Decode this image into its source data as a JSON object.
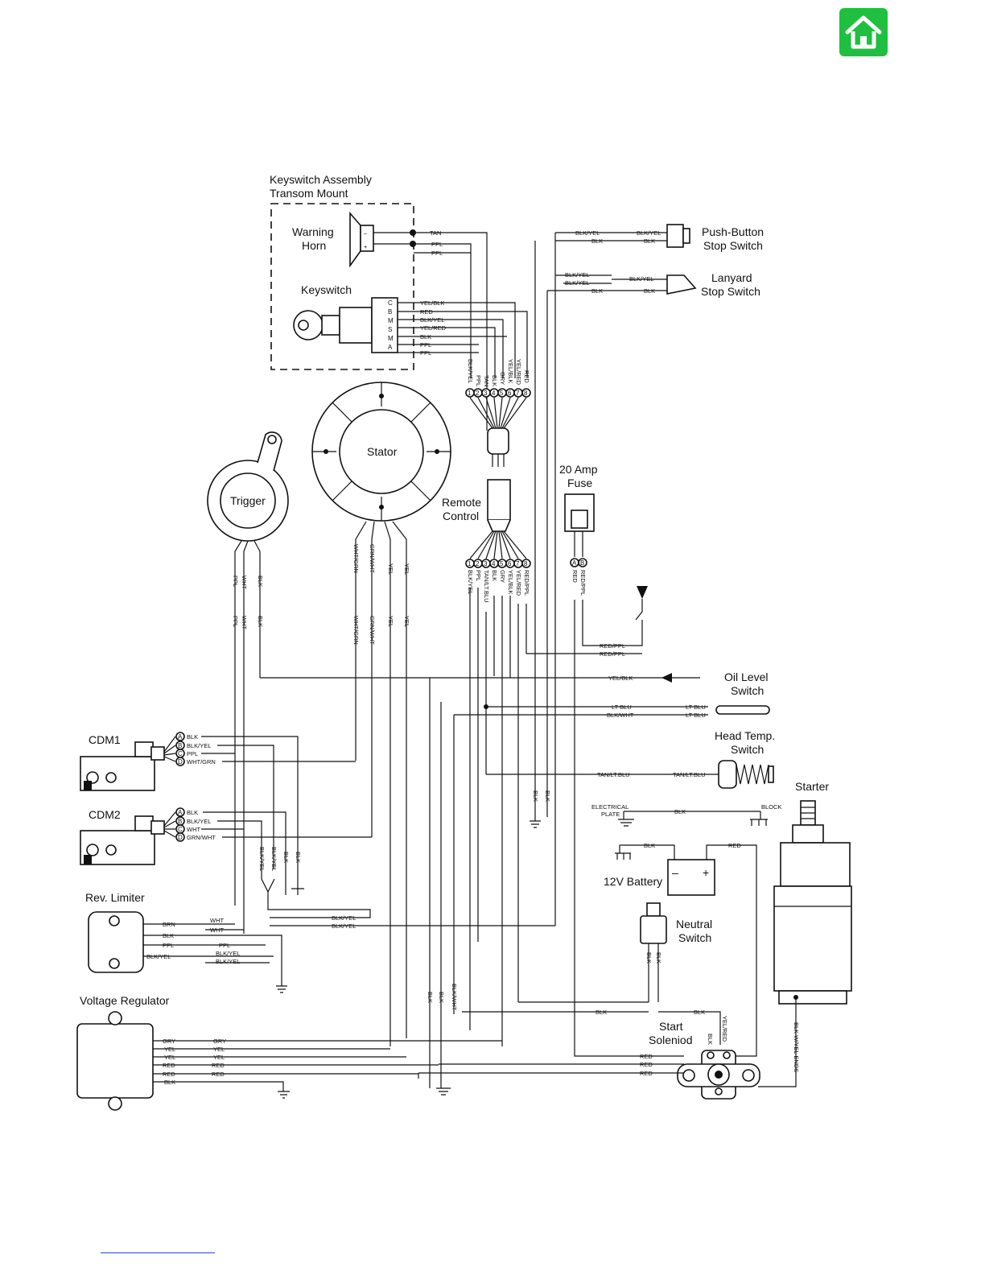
{
  "colors": {
    "home_button": "#1fbf3f",
    "footer_link": "#2a45c8"
  },
  "icons": {
    "home": "house-icon"
  },
  "components": {
    "keyswitch_assembly": [
      "Keyswitch Assembly",
      "Transom Mount"
    ],
    "warning_horn": [
      "Warning",
      "Horn"
    ],
    "keyswitch": "Keyswitch",
    "push_button": [
      "Push-Button",
      "Stop Switch"
    ],
    "lanyard": [
      "Lanyard",
      "Stop Switch"
    ],
    "stator": "Stator",
    "trigger": "Trigger",
    "remote_control": [
      "Remote",
      "Control"
    ],
    "fuse": [
      "20 Amp",
      "Fuse"
    ],
    "oil_level": [
      "Oil Level",
      "Switch"
    ],
    "head_temp": [
      "Head Temp.",
      "Switch"
    ],
    "starter": "Starter",
    "cdm1": "CDM1",
    "cdm2": "CDM2",
    "rev_limiter": "Rev. Limiter",
    "battery": "12V Battery",
    "neutral": [
      "Neutral",
      "Switch"
    ],
    "solenoid": [
      "Start",
      "Soleniod"
    ],
    "voltage_regulator": "Voltage Regulator",
    "electrical_plate": [
      "ELECTRICAL",
      "PLATE"
    ],
    "block": "BLOCK"
  },
  "keyswitch_pins": [
    "C",
    "B",
    "M",
    "S",
    "M",
    "A"
  ],
  "keyswitch_wires": [
    "YEL/BLK",
    "RED",
    "BLK/YEL",
    "YEL/RED",
    "BLK",
    "PPL",
    "PPL"
  ],
  "horn_wires": [
    "TAN",
    "PPL",
    "PPL"
  ],
  "horn_symbols": [
    "–",
    "+"
  ],
  "battery_symbols": [
    "–",
    "+"
  ],
  "push_button_wires": [
    "BLK/YEL",
    "BLK/YEL",
    "BLK",
    "BLK"
  ],
  "lanyard_wires": [
    "BLK/YEL",
    "BLK/YEL",
    "BLK/YEL",
    "BLK",
    "BLK"
  ],
  "harness_upper_wires": [
    "BLK/YEL",
    "PPL",
    "TAN",
    "BLK",
    "GRY",
    "YEL/BLK",
    "YEL/RED",
    "RED"
  ],
  "harness_lower_wires": [
    "BLK/YEL",
    "PPL",
    "TAN/LT.BLU",
    "BLK",
    "GRY",
    "YEL/BLK",
    "YEL/RED",
    "RED/PPL"
  ],
  "connector_pins": [
    "1",
    "2",
    "3",
    "4",
    "5",
    "6",
    "7",
    "8"
  ],
  "fuse_pins": [
    "A",
    "B"
  ],
  "fuse_wires": [
    "RED",
    "RED/PPL",
    "RED/PPL",
    "RED/PPL"
  ],
  "trigger_wires": [
    "PPL",
    "WHT",
    "BLK",
    "PPL",
    "WHT",
    "BLK"
  ],
  "stator_wires": [
    "WHT/GRN",
    "GRN/WHT",
    "YEL",
    "YEL",
    "WHT/GRN",
    "GRN/WHT",
    "YEL",
    "YEL"
  ],
  "oil_wires": [
    "YEL/BLK",
    "LT BLU",
    "BLK/WHT",
    "LT BLU",
    "LT BLU"
  ],
  "head_temp_wires": [
    "TAN/LT.BLU",
    "TAN/LT.BLU"
  ],
  "cdm1_pins": [
    "A",
    "B",
    "C",
    "D"
  ],
  "cdm1_wires": [
    "BLK",
    "BLK/YEL",
    "PPL",
    "WHT/GRN"
  ],
  "cdm2_pins": [
    "A",
    "B",
    "C",
    "D"
  ],
  "cdm2_wires": [
    "BLK",
    "BLK/YEL",
    "WHT",
    "GRN/WHT"
  ],
  "cdm_bus_wires": [
    "BLK/YEL",
    "BLK/YEL",
    "BLK",
    "BLK"
  ],
  "rev_limiter_wires": [
    "BRN",
    "WHT",
    "WHT",
    "BLK",
    "PPL",
    "PPL",
    "BLK/YEL",
    "BLK/YEL",
    "BLK/YEL",
    "BLK/YEL",
    "BLK/YEL"
  ],
  "ground_wires": [
    "BLK",
    "BLK",
    "BLK",
    "BLK",
    "BLK/WHT"
  ],
  "battery_wires": [
    "BLK",
    "RED"
  ],
  "electrical_plate_wire": "BLK",
  "neutral_wires": [
    "BLK",
    "BLK"
  ],
  "solenoid_wires": [
    "BLK",
    "BLK",
    "YEL/RED",
    "BLK",
    "RED",
    "RED",
    "RED"
  ],
  "starter_wire": "BLK W/YEL ENDS",
  "voltage_regulator_wires": [
    "GRY",
    "YEL",
    "YEL",
    "RED",
    "RED",
    "BLK",
    "GRY",
    "YEL",
    "YEL",
    "RED",
    "RED"
  ]
}
